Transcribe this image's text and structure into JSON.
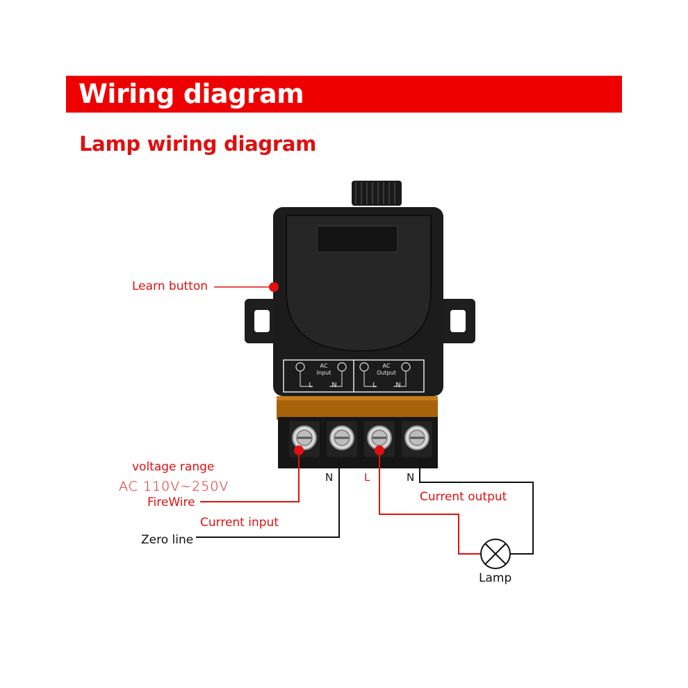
{
  "header": {
    "title": "Wiring diagram"
  },
  "subtitle": "Lamp wiring diagram",
  "labels": {
    "learn_button": "Learn button",
    "voltage_range": "voltage range",
    "voltage_value": "AC 110V~250V",
    "firewire": "FireWire",
    "current_input": "Current input",
    "zero_line": "Zero line",
    "current_output": "Current output",
    "lamp": "Lamp"
  },
  "device": {
    "panel_left_title_1": "AC",
    "panel_left_title_2": "Input",
    "panel_right_title_1": "AC",
    "panel_right_title_2": "Output",
    "terminal_letters": [
      "L",
      "N",
      "L",
      "N"
    ]
  },
  "terminal_callouts": [
    "N",
    "L",
    "N"
  ],
  "colors": {
    "accent": "#ee0000",
    "wire_red": "#e01010",
    "wire_black": "#111111",
    "device": "#1c1c1c",
    "terminal_cover": "#a8620a"
  }
}
